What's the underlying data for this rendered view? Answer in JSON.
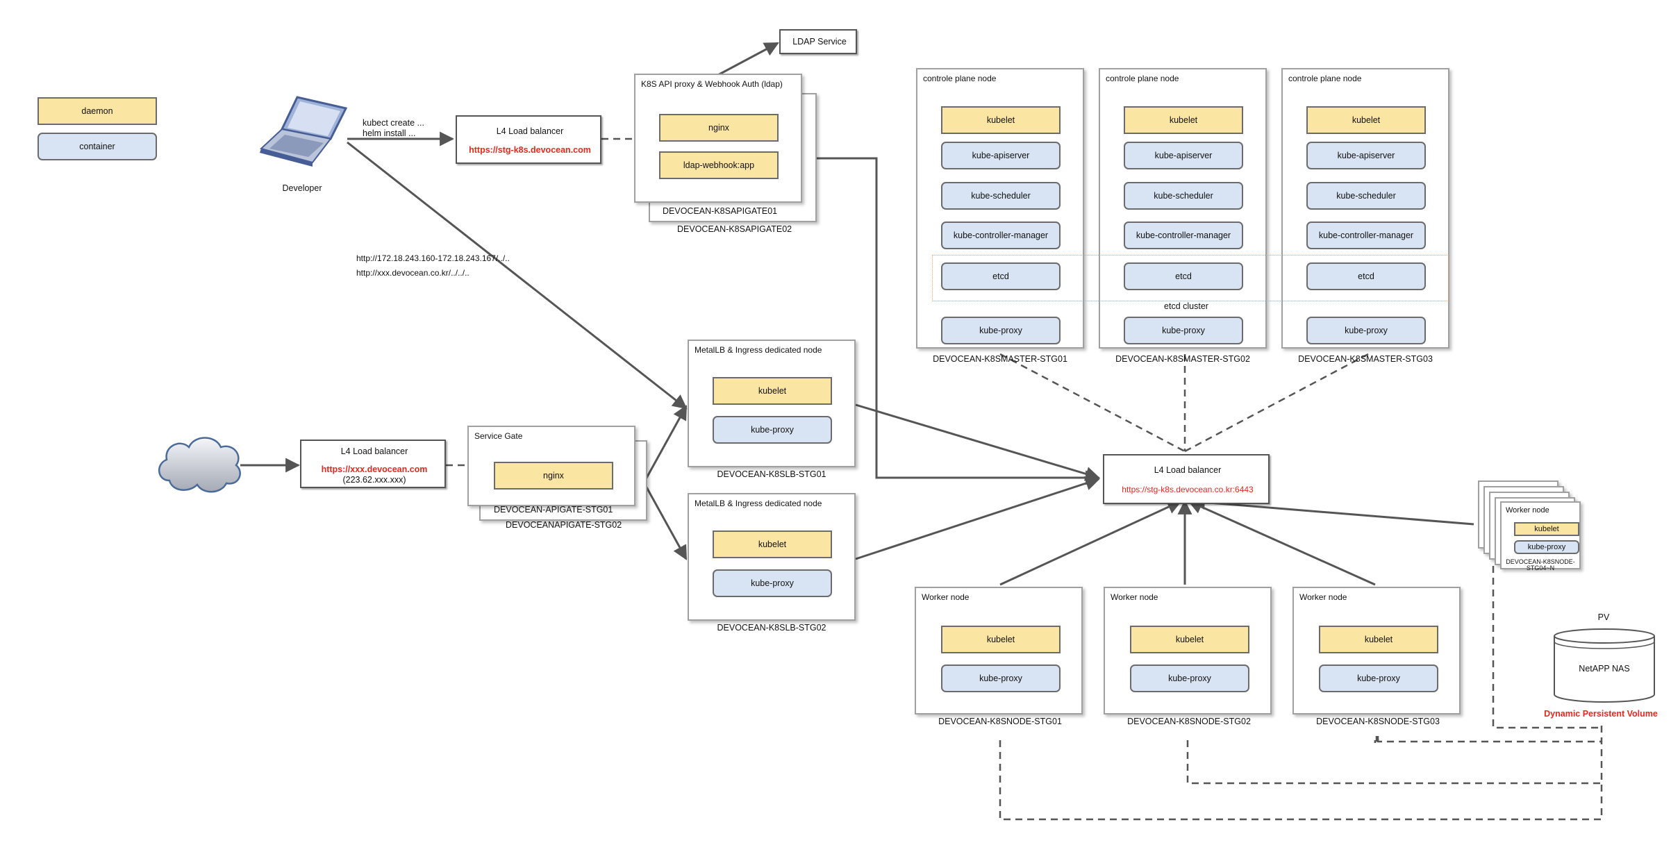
{
  "legend": {
    "daemon": "daemon",
    "container": "container"
  },
  "developer": {
    "label": "Developer",
    "cmd1": "kubect create ...",
    "cmd2": "helm install ...",
    "url1": "http://172.18.243.160-172.18.243.167/../..",
    "url2": "http://xxx.devocean.co.kr/../../.."
  },
  "lb_api": {
    "title": "L4 Load balancer",
    "url": "https://stg-k8s.devocean.com"
  },
  "lb_service": {
    "title": "L4 Load balancer",
    "url": "https://xxx.devocean.com",
    "ip": "(223.62.xxx.xxx)"
  },
  "ldap": {
    "label": "LDAP Service"
  },
  "apigate": {
    "title": "K8S API proxy & Webhook Auth (ldap)",
    "nginx": "nginx",
    "webhook": "ldap-webhook:app",
    "host1": "DEVOCEAN-K8SAPIGATE01",
    "host2": "DEVOCEAN-K8SAPIGATE02"
  },
  "service_gate": {
    "title": "Service Gate",
    "nginx": "nginx",
    "host1": "DEVOCEAN-APIGATE-STG01",
    "host2": "DEVOCEANAPIGATE-STG02"
  },
  "slb": [
    {
      "title": "MetalLB & Ingress dedicated node",
      "kubelet": "kubelet",
      "proxy": "kube-proxy",
      "host": "DEVOCEAN-K8SLB-STG01"
    },
    {
      "title": "MetalLB & Ingress dedicated node",
      "kubelet": "kubelet",
      "proxy": "kube-proxy",
      "host": "DEVOCEAN-K8SLB-STG02"
    }
  ],
  "masters": [
    {
      "title": "controle plane node",
      "kubelet": "kubelet",
      "apiserver": "kube-apiserver",
      "scheduler": "kube-scheduler",
      "controller": "kube-controller-manager",
      "etcd": "etcd",
      "proxy": "kube-proxy",
      "host": "DEVOCEAN-K8SMASTER-STG01"
    },
    {
      "title": "controle plane node",
      "kubelet": "kubelet",
      "apiserver": "kube-apiserver",
      "scheduler": "kube-scheduler",
      "controller": "kube-controller-manager",
      "etcd": "etcd",
      "proxy": "kube-proxy",
      "host": "DEVOCEAN-K8SMASTER-STG02"
    },
    {
      "title": "controle plane node",
      "kubelet": "kubelet",
      "apiserver": "kube-apiserver",
      "scheduler": "kube-scheduler",
      "controller": "kube-controller-manager",
      "etcd": "etcd",
      "proxy": "kube-proxy",
      "host": "DEVOCEAN-K8SMASTER-STG03"
    }
  ],
  "etcd_cluster": "etcd cluster",
  "lb_k8s": {
    "title": "L4 Load balancer",
    "url": "https://stg-k8s.devocean.co.kr:6443"
  },
  "workers": [
    {
      "title": "Worker node",
      "kubelet": "kubelet",
      "proxy": "kube-proxy",
      "host": "DEVOCEAN-K8SNODE-STG01"
    },
    {
      "title": "Worker node",
      "kubelet": "kubelet",
      "proxy": "kube-proxy",
      "host": "DEVOCEAN-K8SNODE-STG02"
    },
    {
      "title": "Worker node",
      "kubelet": "kubelet",
      "proxy": "kube-proxy",
      "host": "DEVOCEAN-K8SNODE-STG03"
    }
  ],
  "worker_n": {
    "title": "Worker node",
    "kubelet": "kubelet",
    "proxy": "kube-proxy",
    "host1": "DEVOCEAN-K8SNODE-",
    "host2": "STG04~N"
  },
  "storage": {
    "pv": "PV",
    "nas": "NetAPP NAS",
    "dynamic": "Dynamic Persistent Volume"
  }
}
